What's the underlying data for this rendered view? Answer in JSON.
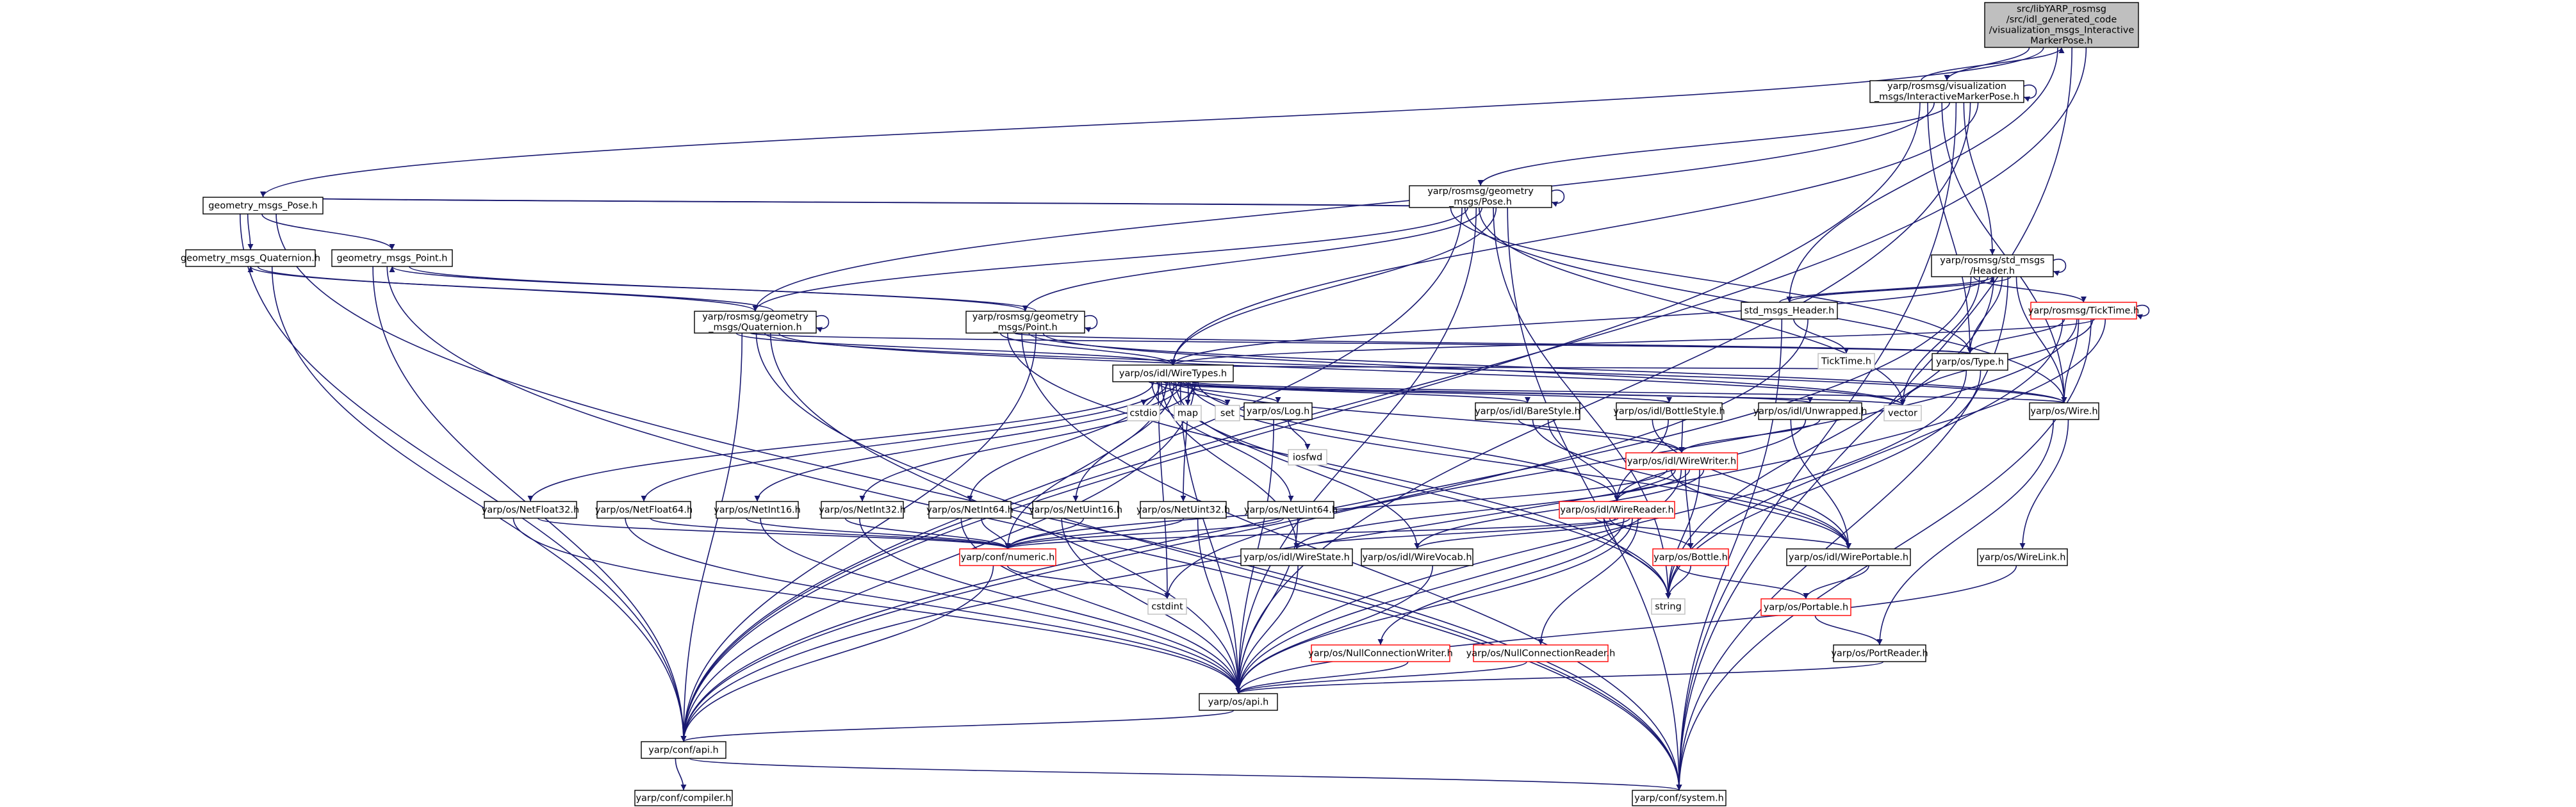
{
  "graph": {
    "nodes": [
      {
        "id": "root",
        "lines": [
          "src/libYARP_rosmsg",
          "/src/idl_generated_code",
          "/visualization_msgs_Interactive",
          "MarkerPose.h"
        ],
        "style": "root"
      },
      {
        "id": "imp",
        "lines": [
          "yarp/rosmsg/visualization",
          "_msgs/InteractiveMarkerPose.h"
        ],
        "style": "normal"
      },
      {
        "id": "gpose",
        "lines": [
          "yarp/rosmsg/geometry",
          "_msgs/Pose.h"
        ],
        "style": "normal"
      },
      {
        "id": "gmpose",
        "lines": [
          "geometry_msgs_Pose.h"
        ],
        "style": "normal"
      },
      {
        "id": "gmquat",
        "lines": [
          "geometry_msgs_Quaternion.h"
        ],
        "style": "normal"
      },
      {
        "id": "gmpoint",
        "lines": [
          "geometry_msgs_Point.h"
        ],
        "style": "normal"
      },
      {
        "id": "gquat",
        "lines": [
          "yarp/rosmsg/geometry",
          "_msgs/Quaternion.h"
        ],
        "style": "normal"
      },
      {
        "id": "gpoint",
        "lines": [
          "yarp/rosmsg/geometry",
          "_msgs/Point.h"
        ],
        "style": "normal"
      },
      {
        "id": "stdhdr",
        "lines": [
          "yarp/rosmsg/std_msgs",
          "/Header.h"
        ],
        "style": "normal"
      },
      {
        "id": "stdmsghdr",
        "lines": [
          "std_msgs_Header.h"
        ],
        "style": "normal"
      },
      {
        "id": "ticktime",
        "lines": [
          "yarp/rosmsg/TickTime.h"
        ],
        "style": "red"
      },
      {
        "id": "ticktimeh",
        "lines": [
          "TickTime.h"
        ],
        "style": "gray"
      },
      {
        "id": "type",
        "lines": [
          "yarp/os/Type.h"
        ],
        "style": "normal"
      },
      {
        "id": "wire",
        "lines": [
          "yarp/os/Wire.h"
        ],
        "style": "normal"
      },
      {
        "id": "wiretypes",
        "lines": [
          "yarp/os/idl/WireTypes.h"
        ],
        "style": "normal"
      },
      {
        "id": "cstdio",
        "lines": [
          "cstdio"
        ],
        "style": "gray"
      },
      {
        "id": "map",
        "lines": [
          "map"
        ],
        "style": "gray"
      },
      {
        "id": "set",
        "lines": [
          "set"
        ],
        "style": "gray"
      },
      {
        "id": "log",
        "lines": [
          "yarp/os/Log.h"
        ],
        "style": "normal"
      },
      {
        "id": "iosfwd",
        "lines": [
          "iosfwd"
        ],
        "style": "gray"
      },
      {
        "id": "barestyle",
        "lines": [
          "yarp/os/idl/BareStyle.h"
        ],
        "style": "normal"
      },
      {
        "id": "bottlestyle",
        "lines": [
          "yarp/os/idl/BottleStyle.h"
        ],
        "style": "normal"
      },
      {
        "id": "unwrapped",
        "lines": [
          "yarp/os/idl/Unwrapped.h"
        ],
        "style": "normal"
      },
      {
        "id": "vector",
        "lines": [
          "vector"
        ],
        "style": "gray"
      },
      {
        "id": "wirewriter",
        "lines": [
          "yarp/os/idl/WireWriter.h"
        ],
        "style": "red"
      },
      {
        "id": "wirereader",
        "lines": [
          "yarp/os/idl/WireReader.h"
        ],
        "style": "red"
      },
      {
        "id": "netfloat32",
        "lines": [
          "yarp/os/NetFloat32.h"
        ],
        "style": "normal"
      },
      {
        "id": "netfloat64",
        "lines": [
          "yarp/os/NetFloat64.h"
        ],
        "style": "normal"
      },
      {
        "id": "netint16",
        "lines": [
          "yarp/os/NetInt16.h"
        ],
        "style": "normal"
      },
      {
        "id": "netint32",
        "lines": [
          "yarp/os/NetInt32.h"
        ],
        "style": "normal"
      },
      {
        "id": "netint64",
        "lines": [
          "yarp/os/NetInt64.h"
        ],
        "style": "normal"
      },
      {
        "id": "netuint16",
        "lines": [
          "yarp/os/NetUint16.h"
        ],
        "style": "normal"
      },
      {
        "id": "netuint32",
        "lines": [
          "yarp/os/NetUint32.h"
        ],
        "style": "normal"
      },
      {
        "id": "netuint64",
        "lines": [
          "yarp/os/NetUint64.h"
        ],
        "style": "normal"
      },
      {
        "id": "numeric",
        "lines": [
          "yarp/conf/numeric.h"
        ],
        "style": "red"
      },
      {
        "id": "wirestate",
        "lines": [
          "yarp/os/idl/WireState.h"
        ],
        "style": "normal"
      },
      {
        "id": "wirevocab",
        "lines": [
          "yarp/os/idl/WireVocab.h"
        ],
        "style": "normal"
      },
      {
        "id": "bottle",
        "lines": [
          "yarp/os/Bottle.h"
        ],
        "style": "red"
      },
      {
        "id": "wireportable",
        "lines": [
          "yarp/os/idl/WirePortable.h"
        ],
        "style": "normal"
      },
      {
        "id": "wirelink",
        "lines": [
          "yarp/os/WireLink.h"
        ],
        "style": "normal"
      },
      {
        "id": "cstdint",
        "lines": [
          "cstdint"
        ],
        "style": "gray"
      },
      {
        "id": "string",
        "lines": [
          "string"
        ],
        "style": "gray"
      },
      {
        "id": "portable",
        "lines": [
          "yarp/os/Portable.h"
        ],
        "style": "red"
      },
      {
        "id": "nullcw",
        "lines": [
          "yarp/os/NullConnectionWriter.h"
        ],
        "style": "red"
      },
      {
        "id": "nullcr",
        "lines": [
          "yarp/os/NullConnectionReader.h"
        ],
        "style": "red"
      },
      {
        "id": "portreader",
        "lines": [
          "yarp/os/PortReader.h"
        ],
        "style": "normal"
      },
      {
        "id": "osapi",
        "lines": [
          "yarp/os/api.h"
        ],
        "style": "normal"
      },
      {
        "id": "confapi",
        "lines": [
          "yarp/conf/api.h"
        ],
        "style": "normal"
      },
      {
        "id": "compiler",
        "lines": [
          "yarp/conf/compiler.h"
        ],
        "style": "normal"
      },
      {
        "id": "system",
        "lines": [
          "yarp/conf/system.h"
        ],
        "style": "normal"
      }
    ],
    "edges": [
      [
        "root",
        "imp"
      ],
      [
        "root",
        "gmpose"
      ],
      [
        "root",
        "stdmsghdr"
      ],
      [
        "root",
        "system"
      ],
      [
        "root",
        "confapi"
      ],
      [
        "imp",
        "root"
      ],
      [
        "imp",
        "imp"
      ],
      [
        "imp",
        "gpose"
      ],
      [
        "imp",
        "stdhdr"
      ],
      [
        "imp",
        "wiretypes"
      ],
      [
        "imp",
        "type"
      ],
      [
        "imp",
        "wire"
      ],
      [
        "imp",
        "system"
      ],
      [
        "imp",
        "osapi"
      ],
      [
        "imp",
        "confapi"
      ],
      [
        "imp",
        "gquat"
      ],
      [
        "gpose",
        "gpose"
      ],
      [
        "gpose",
        "gmpose"
      ],
      [
        "gpose",
        "gquat"
      ],
      [
        "gpose",
        "gpoint"
      ],
      [
        "gpose",
        "wiretypes"
      ],
      [
        "gpose",
        "type"
      ],
      [
        "gpose",
        "wire"
      ],
      [
        "gpose",
        "vector"
      ],
      [
        "gpose",
        "string"
      ],
      [
        "gpose",
        "system"
      ],
      [
        "gpose",
        "confapi"
      ],
      [
        "gpose",
        "osapi"
      ],
      [
        "gmpose",
        "gpose"
      ],
      [
        "gmpose",
        "gmquat"
      ],
      [
        "gmpose",
        "gmpoint"
      ],
      [
        "gmpose",
        "system"
      ],
      [
        "gmpose",
        "confapi"
      ],
      [
        "gmquat",
        "gquat"
      ],
      [
        "gmquat",
        "confapi"
      ],
      [
        "gmpoint",
        "gpoint"
      ],
      [
        "gmpoint",
        "confapi"
      ],
      [
        "gmpoint",
        "system"
      ],
      [
        "gquat",
        "gquat"
      ],
      [
        "gquat",
        "gmquat"
      ],
      [
        "gquat",
        "wiretypes"
      ],
      [
        "gquat",
        "type"
      ],
      [
        "gquat",
        "wire"
      ],
      [
        "gquat",
        "vector"
      ],
      [
        "gquat",
        "confapi"
      ],
      [
        "gquat",
        "system"
      ],
      [
        "gquat",
        "osapi"
      ],
      [
        "gpoint",
        "gpoint"
      ],
      [
        "gpoint",
        "gmpoint"
      ],
      [
        "gpoint",
        "wiretypes"
      ],
      [
        "gpoint",
        "type"
      ],
      [
        "gpoint",
        "wire"
      ],
      [
        "gpoint",
        "vector"
      ],
      [
        "gpoint",
        "string"
      ],
      [
        "gpoint",
        "system"
      ],
      [
        "gpoint",
        "confapi"
      ],
      [
        "stdhdr",
        "stdhdr"
      ],
      [
        "stdhdr",
        "stdmsghdr"
      ],
      [
        "stdhdr",
        "ticktime"
      ],
      [
        "stdhdr",
        "wiretypes"
      ],
      [
        "stdhdr",
        "type"
      ],
      [
        "stdhdr",
        "wire"
      ],
      [
        "stdhdr",
        "vector"
      ],
      [
        "stdhdr",
        "string"
      ],
      [
        "stdhdr",
        "system"
      ],
      [
        "stdhdr",
        "confapi"
      ],
      [
        "stdmsghdr",
        "stdhdr"
      ],
      [
        "stdmsghdr",
        "ticktimeh"
      ],
      [
        "stdmsghdr",
        "confapi"
      ],
      [
        "stdmsghdr",
        "system"
      ],
      [
        "ticktime",
        "ticktime"
      ],
      [
        "ticktime",
        "wiretypes"
      ],
      [
        "ticktime",
        "type"
      ],
      [
        "ticktime",
        "wire"
      ],
      [
        "ticktime",
        "vector"
      ],
      [
        "ticktime",
        "string"
      ],
      [
        "ticktime",
        "cstdint"
      ],
      [
        "ticktime",
        "system"
      ],
      [
        "ticktime",
        "confapi"
      ],
      [
        "type",
        "osapi"
      ],
      [
        "type",
        "string"
      ],
      [
        "wire",
        "wirelink"
      ],
      [
        "wire",
        "portreader"
      ],
      [
        "wirelink",
        "osapi"
      ],
      [
        "wiretypes",
        "cstdio"
      ],
      [
        "wiretypes",
        "map"
      ],
      [
        "wiretypes",
        "set"
      ],
      [
        "wiretypes",
        "log"
      ],
      [
        "wiretypes",
        "barestyle"
      ],
      [
        "wiretypes",
        "bottlestyle"
      ],
      [
        "wiretypes",
        "unwrapped"
      ],
      [
        "wiretypes",
        "vector"
      ],
      [
        "wiretypes",
        "wire"
      ],
      [
        "wiretypes",
        "type"
      ],
      [
        "wiretypes",
        "string"
      ],
      [
        "wiretypes",
        "wirewriter"
      ],
      [
        "wiretypes",
        "wirereader"
      ],
      [
        "wiretypes",
        "wirestate"
      ],
      [
        "wiretypes",
        "wirevocab"
      ],
      [
        "wiretypes",
        "wireportable"
      ],
      [
        "wiretypes",
        "netfloat32"
      ],
      [
        "wiretypes",
        "netfloat64"
      ],
      [
        "wiretypes",
        "netint16"
      ],
      [
        "wiretypes",
        "netint32"
      ],
      [
        "wiretypes",
        "netint64"
      ],
      [
        "wiretypes",
        "netuint16"
      ],
      [
        "wiretypes",
        "netuint32"
      ],
      [
        "wiretypes",
        "netuint64"
      ],
      [
        "wiretypes",
        "numeric"
      ],
      [
        "wiretypes",
        "osapi"
      ],
      [
        "wiretypes",
        "confapi"
      ],
      [
        "wiretypes",
        "cstdint"
      ],
      [
        "log",
        "iosfwd"
      ],
      [
        "log",
        "osapi"
      ],
      [
        "barestyle",
        "wirereader"
      ],
      [
        "barestyle",
        "wirewriter"
      ],
      [
        "barestyle",
        "wireportable"
      ],
      [
        "bottlestyle",
        "wirereader"
      ],
      [
        "bottlestyle",
        "wirewriter"
      ],
      [
        "bottlestyle",
        "wireportable"
      ],
      [
        "unwrapped",
        "wirereader"
      ],
      [
        "unwrapped",
        "wirewriter"
      ],
      [
        "unwrapped",
        "wireportable"
      ],
      [
        "wirewriter",
        "wirereader"
      ],
      [
        "wirewriter",
        "wirestate"
      ],
      [
        "wirewriter",
        "wirevocab"
      ],
      [
        "wirewriter",
        "wireportable"
      ],
      [
        "wirewriter",
        "bottle"
      ],
      [
        "wirewriter",
        "string"
      ],
      [
        "wirewriter",
        "numeric"
      ],
      [
        "wirewriter",
        "osapi"
      ],
      [
        "wirereader",
        "wirestate"
      ],
      [
        "wirereader",
        "wirevocab"
      ],
      [
        "wirereader",
        "wireportable"
      ],
      [
        "wirereader",
        "bottle"
      ],
      [
        "wirereader",
        "nullcw"
      ],
      [
        "wirereader",
        "nullcr"
      ],
      [
        "wirereader",
        "string"
      ],
      [
        "wirereader",
        "numeric"
      ],
      [
        "wirereader",
        "osapi"
      ],
      [
        "wirestate",
        "osapi"
      ],
      [
        "wirevocab",
        "osapi"
      ],
      [
        "wireportable",
        "portable"
      ],
      [
        "bottle",
        "portable"
      ],
      [
        "bottle",
        "string"
      ],
      [
        "portable",
        "portreader"
      ],
      [
        "portreader",
        "osapi"
      ],
      [
        "nullcw",
        "osapi"
      ],
      [
        "nullcr",
        "osapi"
      ],
      [
        "netfloat32",
        "numeric"
      ],
      [
        "netfloat32",
        "osapi"
      ],
      [
        "netfloat64",
        "numeric"
      ],
      [
        "netfloat64",
        "osapi"
      ],
      [
        "netint16",
        "numeric"
      ],
      [
        "netint16",
        "osapi"
      ],
      [
        "netint32",
        "numeric"
      ],
      [
        "netint32",
        "osapi"
      ],
      [
        "netint64",
        "numeric"
      ],
      [
        "netint64",
        "osapi"
      ],
      [
        "netuint16",
        "numeric"
      ],
      [
        "netuint16",
        "osapi"
      ],
      [
        "netuint32",
        "numeric"
      ],
      [
        "netuint32",
        "osapi"
      ],
      [
        "netuint64",
        "numeric"
      ],
      [
        "netuint64",
        "osapi"
      ],
      [
        "numeric",
        "confapi"
      ],
      [
        "numeric",
        "cstdint"
      ],
      [
        "osapi",
        "confapi"
      ],
      [
        "confapi",
        "compiler"
      ],
      [
        "confapi",
        "system"
      ]
    ]
  }
}
